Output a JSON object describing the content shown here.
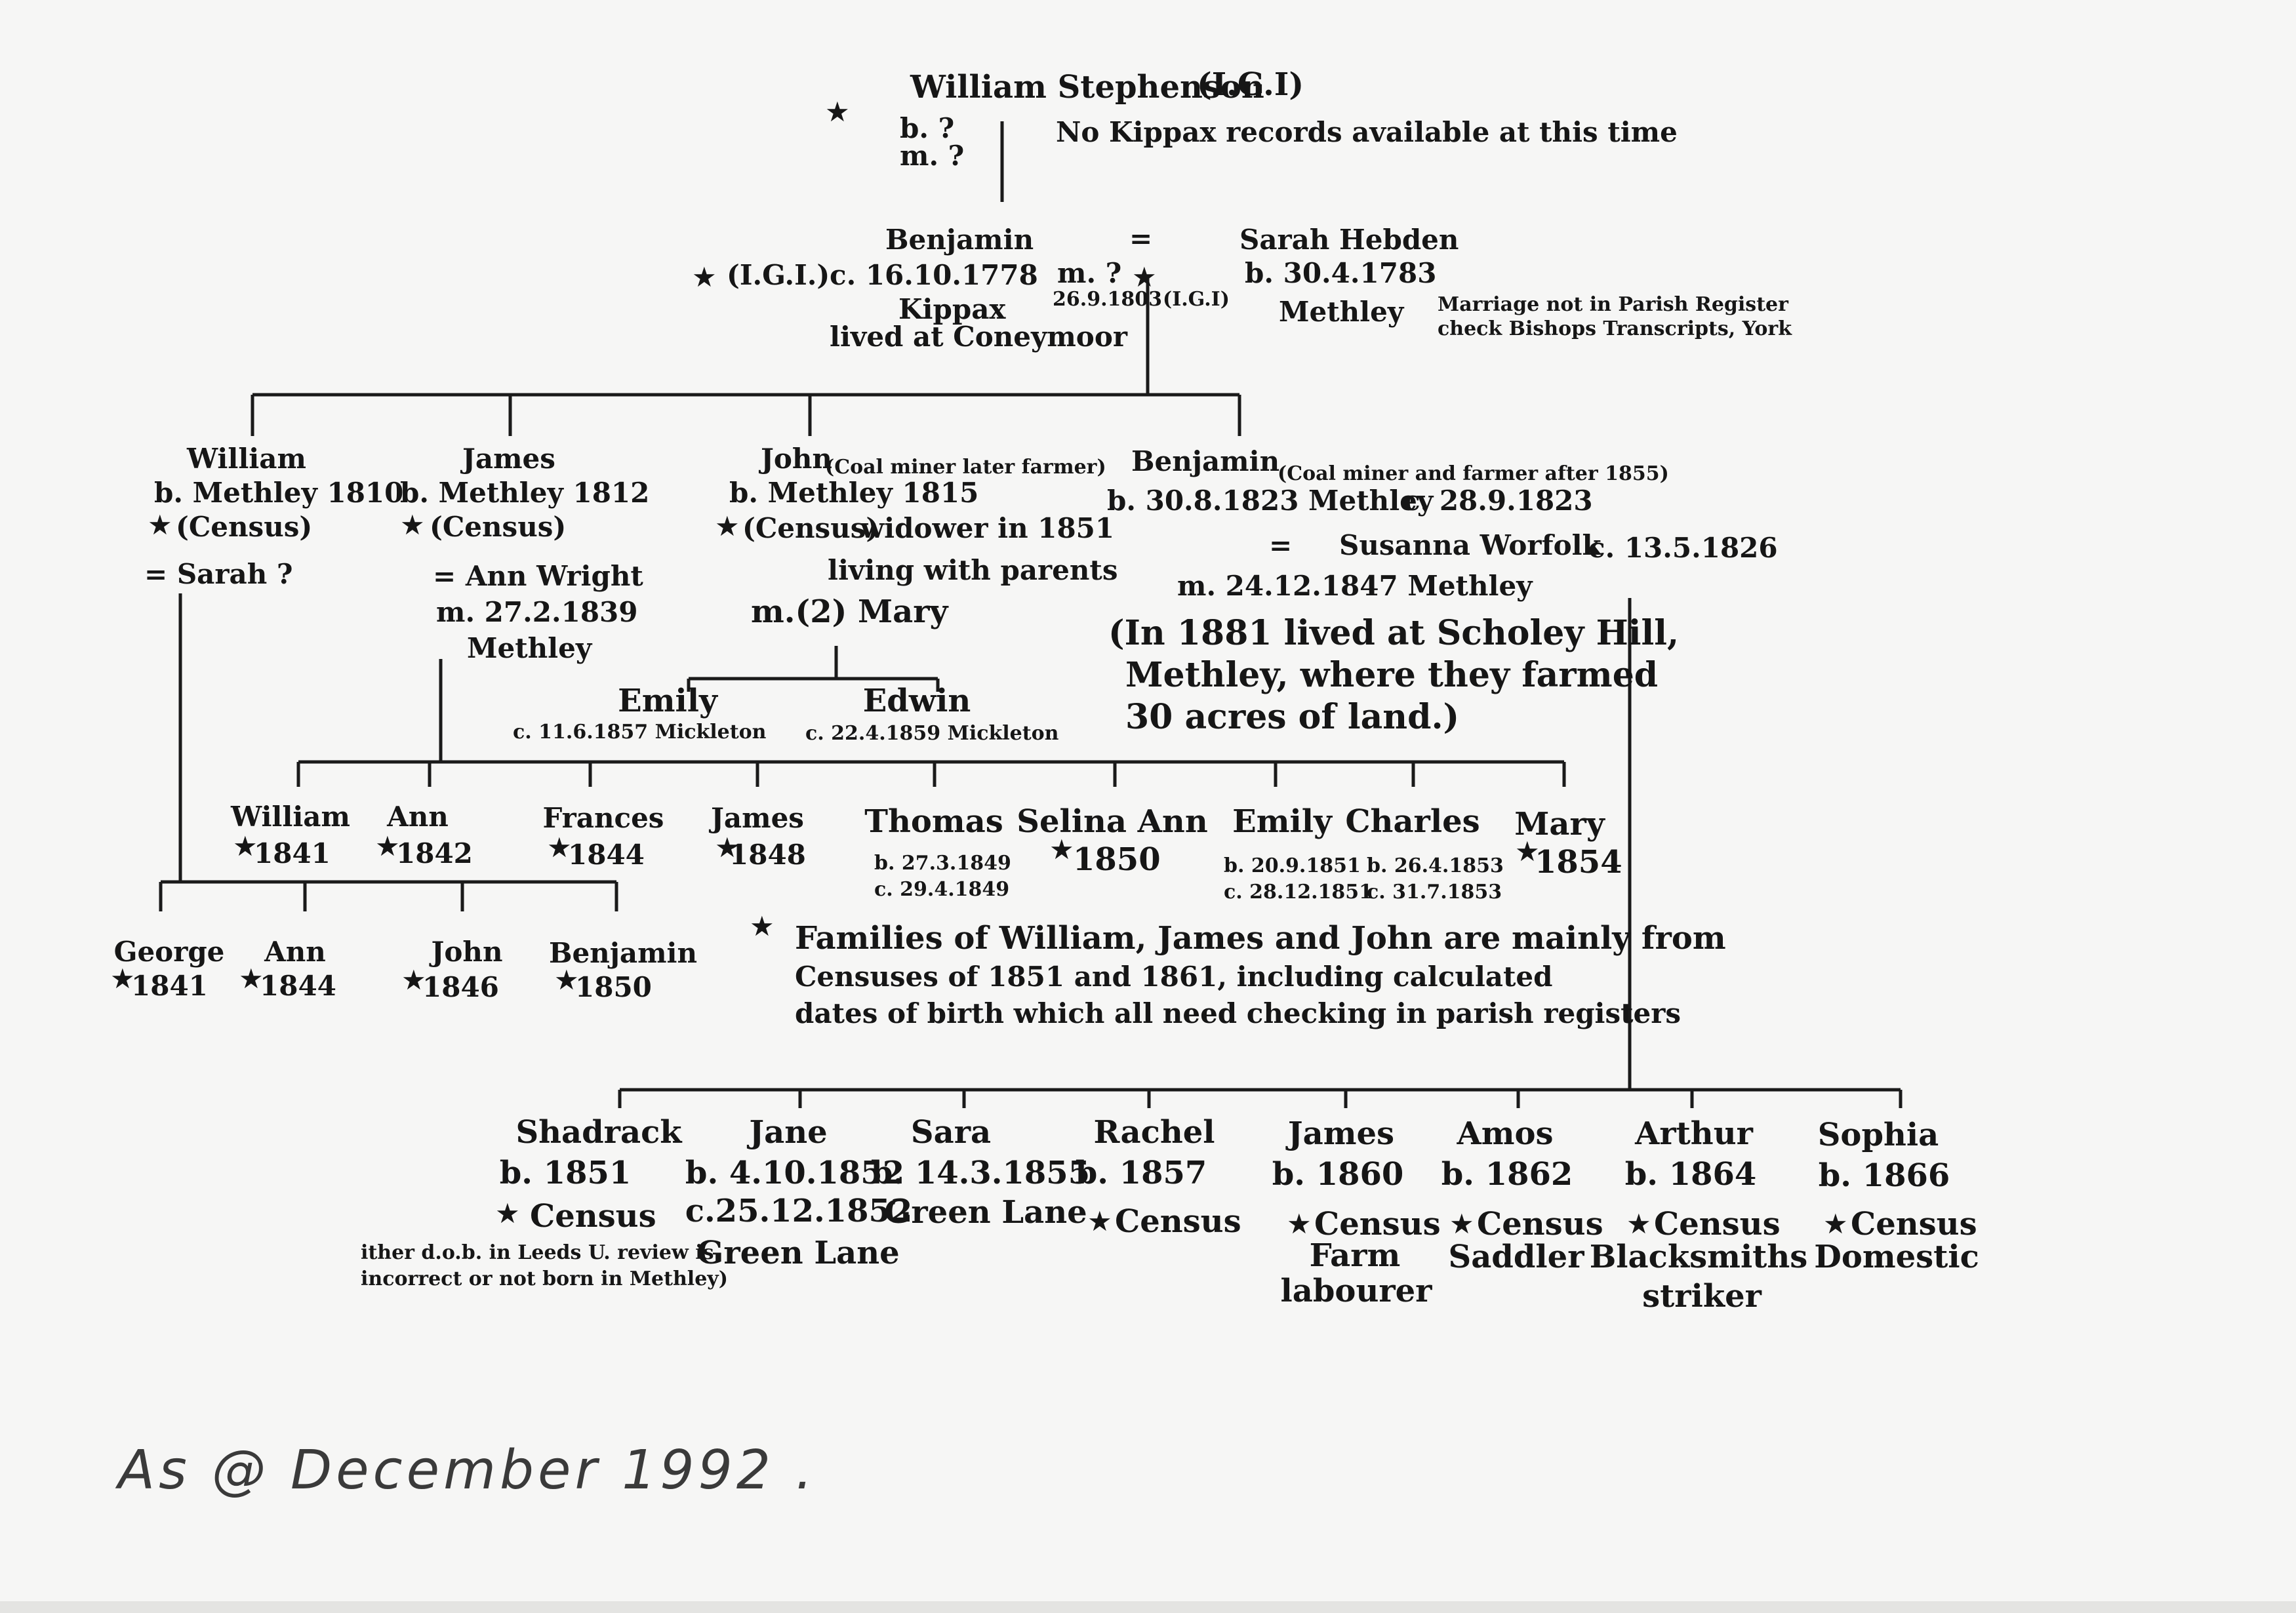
{
  "star_glyph": "★",
  "root": {
    "name": "William Stephenson",
    "source": "(I.G.I)",
    "birth": "b. ?",
    "marriage": "m. ?",
    "note": "No Kippax records available at this time"
  },
  "gen2": {
    "benjamin": {
      "name": "Benjamin",
      "source": "(I.G.I.)",
      "christened": "c. 16.10.1778",
      "place": "Kippax",
      "residence": "lived at Coneymoor"
    },
    "marriage": {
      "symbol": "=",
      "label": "m. ?",
      "date": "26.9.1803",
      "source": "(I.G.I)"
    },
    "sarah": {
      "name": "Sarah Hebden",
      "birth": "b. 30.4.1783",
      "place": "Methley"
    },
    "note_line1": "Marriage not in Parish Register",
    "note_line2": "check Bishops Transcripts, York"
  },
  "gen3": {
    "william": {
      "name": "William",
      "birth": "b. Methley 1810",
      "source": "(Census)",
      "spouse": "= Sarah ?"
    },
    "james": {
      "name": "James",
      "birth": "b. Methley 1812",
      "source": "(Census)",
      "spouse": "= Ann Wright",
      "marriage": "m. 27.2.1839",
      "place": "Methley"
    },
    "john": {
      "name": "John",
      "occupation": "(Coal miner later farmer)",
      "birth": "b. Methley 1815",
      "source": "(Census)",
      "note1": "widower in 1851",
      "note2": "living with parents",
      "spouse": "m.(2) Mary"
    },
    "benjamin": {
      "name": "Benjamin",
      "occupation": "(Coal miner and farmer after 1855)",
      "birth": "b. 30.8.1823 Methley",
      "christened": "c. 28.9.1823",
      "eq": "=",
      "spouse": "Susanna Worfolk",
      "spouse_christened": "c. 13.5.1826",
      "marriage": "m. 24.12.1847 Methley",
      "note1": "(In 1881 lived at Scholey Hill,",
      "note2": "Methley, where they farmed",
      "note3": "30 acres of land.)"
    }
  },
  "john_children": [
    {
      "name": "Emily",
      "detail": "c. 11.6.1857 Mickleton"
    },
    {
      "name": "Edwin",
      "detail": "c.  22.4.1859 Mickleton"
    }
  ],
  "james_children": [
    {
      "name": "William",
      "year": "1841"
    },
    {
      "name": "Ann",
      "year": "1842"
    },
    {
      "name": "Frances",
      "year": "1844"
    },
    {
      "name": "James",
      "year": "1848"
    },
    {
      "name": "Thomas",
      "birth": "b. 27.3.1849",
      "christened": "c. 29.4.1849"
    },
    {
      "name": "Selina Ann",
      "year": "1850"
    },
    {
      "name": "Emily",
      "birth": "b. 20.9.1851",
      "christened": "c. 28.12.1851"
    },
    {
      "name": "Charles",
      "birth": "b. 26.4.1853",
      "christened": "c. 31.7.1853"
    },
    {
      "name": "Mary",
      "year": "1854"
    }
  ],
  "william_children": [
    {
      "name": "George",
      "year": "1841"
    },
    {
      "name": "Ann",
      "year": "1844"
    },
    {
      "name": "John",
      "year": "1846"
    },
    {
      "name": "Benjamin",
      "year": "1850"
    }
  ],
  "census_note": {
    "line1": "Families of William, James and John are mainly from",
    "line2": "Censuses of 1851 and 1861, including calculated",
    "line3": "dates of birth which all need checking in parish registers"
  },
  "benjamin_children": [
    {
      "name": "Shadrack",
      "l1": "b. 1851",
      "l2": "Census",
      "note1": "ither d.o.b. in Leeds U. review is",
      "note2": "incorrect or not born in Methley)"
    },
    {
      "name": "Jane",
      "l1": "b. 4.10.1852",
      "l2": "c.25.12.1852",
      "l3": "Green Lane"
    },
    {
      "name": "Sara",
      "l1": "b. 14.3.1855",
      "l2": "Green Lane"
    },
    {
      "name": "Rachel",
      "l1": "b. 1857",
      "l2": "Census"
    },
    {
      "name": "James",
      "l1": "b. 1860",
      "l2": "Census",
      "l3": "Farm",
      "l4": "labourer"
    },
    {
      "name": "Amos",
      "l1": "b. 1862",
      "l2": "Census",
      "l3": "Saddler"
    },
    {
      "name": "Arthur",
      "l1": "b. 1864",
      "l2": "Census",
      "l3": "Blacksmiths",
      "l4": "striker"
    },
    {
      "name": "Sophia",
      "l1": "b. 1866",
      "l2": "Census",
      "l3": "Domestic"
    }
  ],
  "handwritten_note": "As @ December 1992 ."
}
